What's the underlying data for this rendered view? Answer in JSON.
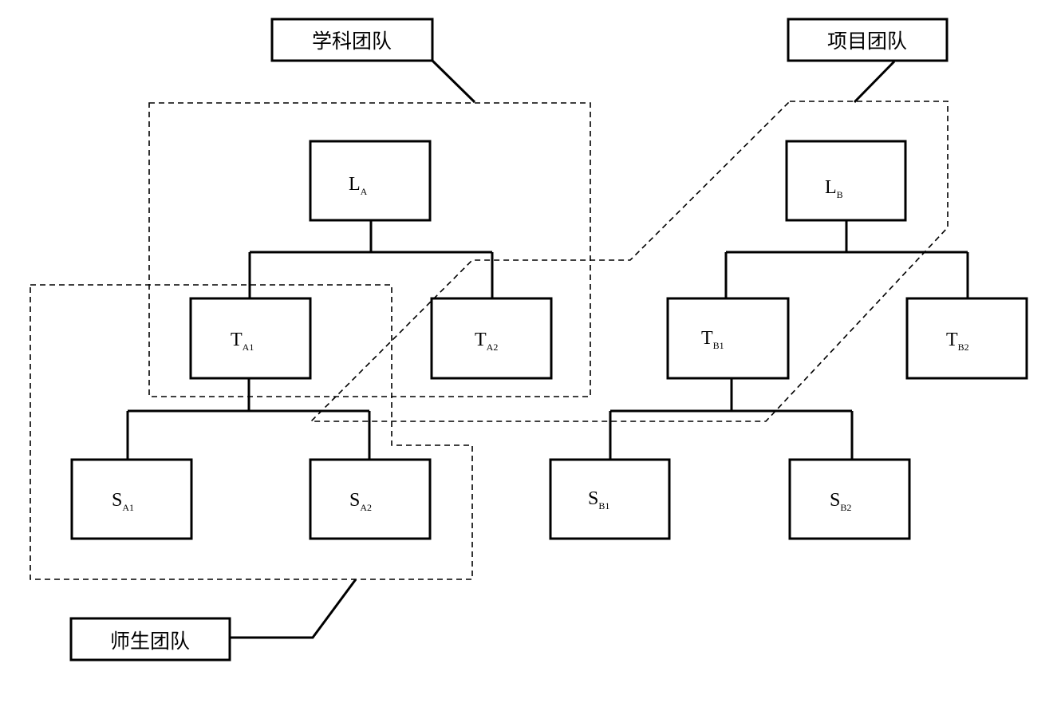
{
  "teams": {
    "discipline": "学科团队",
    "project": "项目团队",
    "mentor": "师生团队"
  },
  "nodes": {
    "LA": {
      "main": "L",
      "sub": "A"
    },
    "TA1": {
      "main": "T",
      "sub": "A1"
    },
    "TA2": {
      "main": "T",
      "sub": "A2"
    },
    "SA1": {
      "main": "S",
      "sub": "A1"
    },
    "SA2": {
      "main": "S",
      "sub": "A2"
    },
    "LB": {
      "main": "L",
      "sub": "B"
    },
    "TB1": {
      "main": "T",
      "sub": "B1"
    },
    "TB2": {
      "main": "T",
      "sub": "B2"
    },
    "SB1": {
      "main": "S",
      "sub": "B1"
    },
    "SB2": {
      "main": "S",
      "sub": "B2"
    }
  },
  "colors": {
    "stroke": "#000000",
    "background": "#ffffff"
  }
}
